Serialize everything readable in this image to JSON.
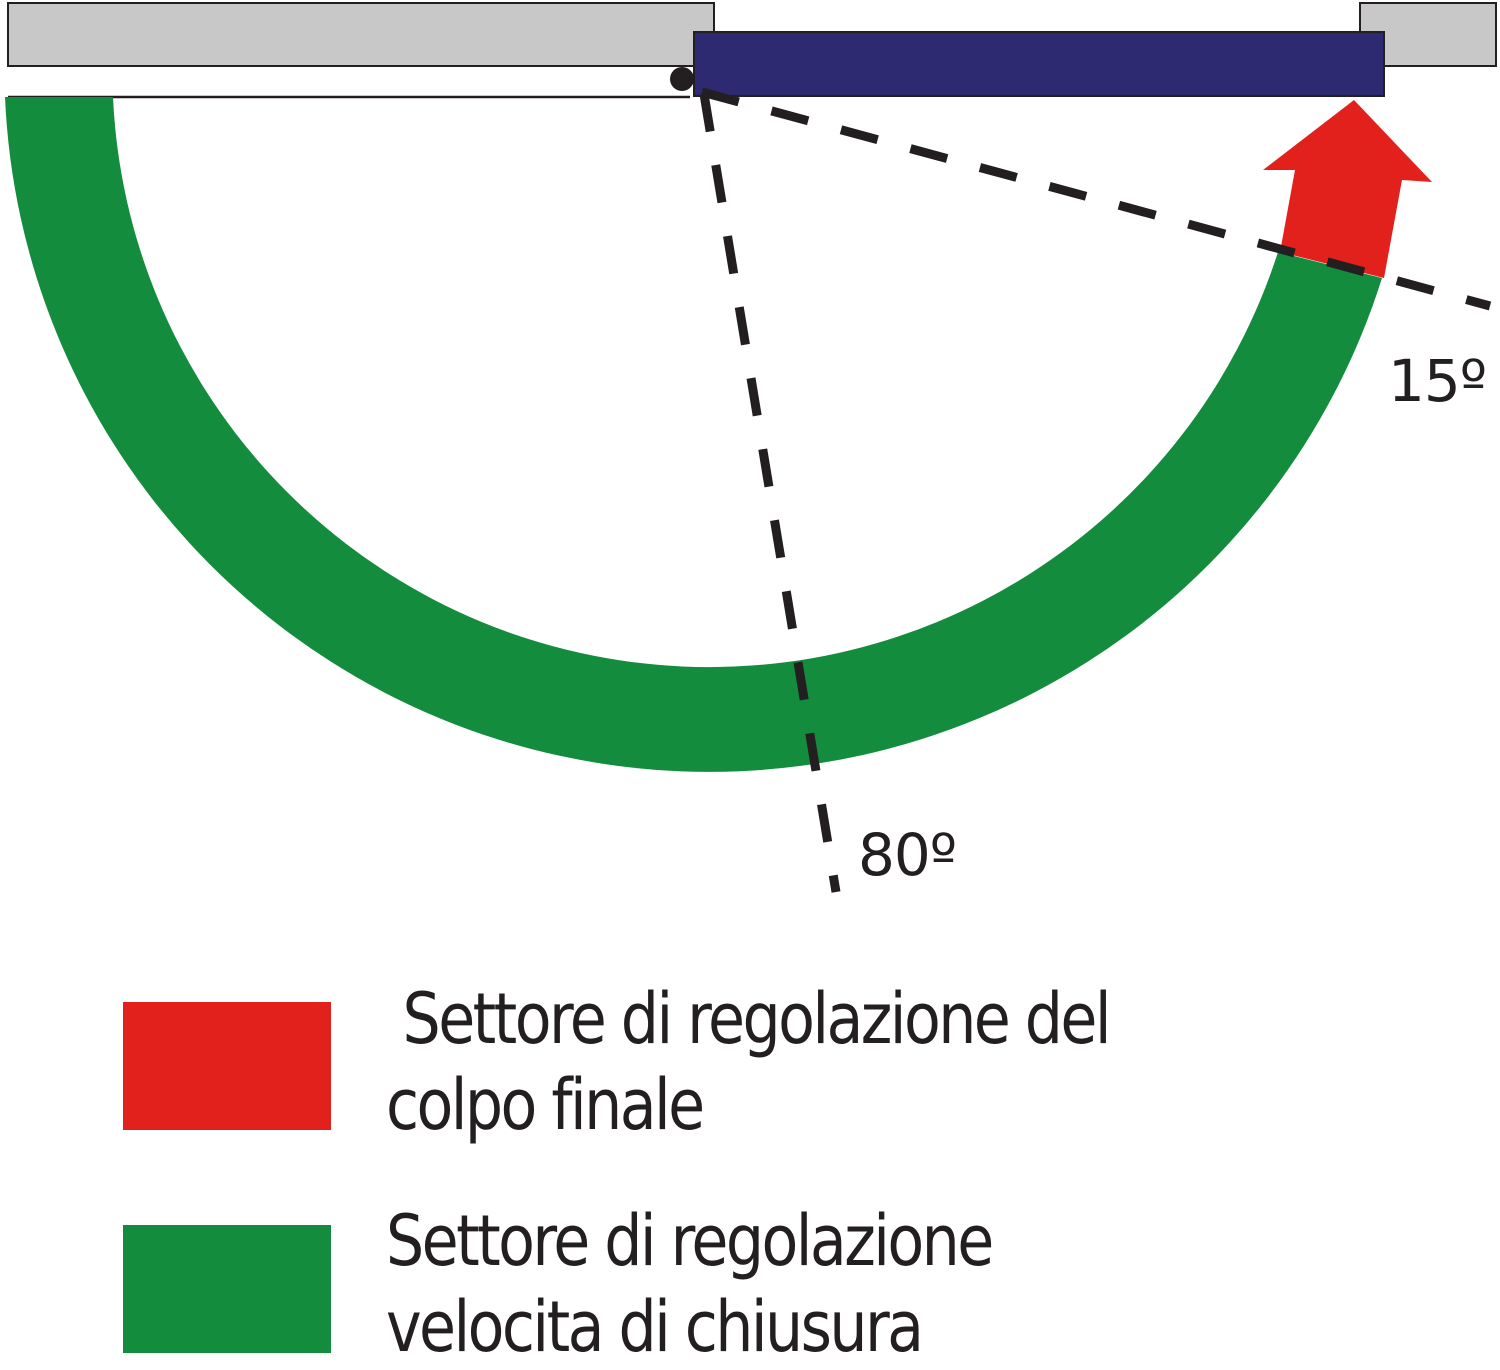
{
  "diagram": {
    "title": "",
    "angles": {
      "final_stroke_angle": "15º",
      "closing_speed_angle": "80º"
    },
    "colors": {
      "wall": "#c8c8c8",
      "door": "#2e2a72",
      "final_stroke": "#e3211c",
      "closing_speed": "#148c3e",
      "lines": "#231f20",
      "background": "#ffffff"
    }
  },
  "legend": {
    "items": [
      {
        "color": "#e3211c",
        "line1": " Settore di regolazione del",
        "line2": "colpo finale"
      },
      {
        "color": "#148c3e",
        "line1": "Settore di regolazione",
        "line2": "velocita di chiusura"
      }
    ]
  }
}
